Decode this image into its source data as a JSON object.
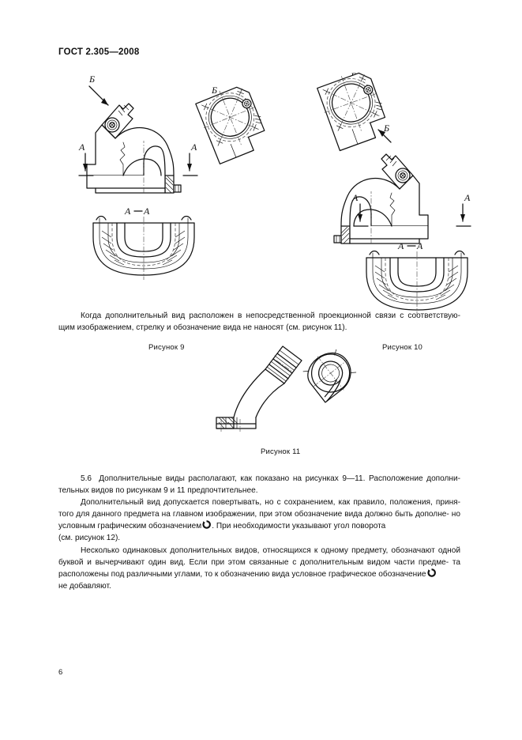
{
  "document": {
    "standard_header": "ГОСТ 2.305—2008",
    "page_number": "6"
  },
  "figures": [
    {
      "id": "figure-9",
      "caption": "Рисунок 9",
      "view_labels": [
        "Б",
        "А",
        "А",
        "А—А"
      ],
      "description": "Угольник трубный с фланцем: главный вид со стрелкой Б, дополнительный вид Б справа, разрез А—А внизу"
    },
    {
      "id": "figure-10",
      "caption": "Рисунок 10",
      "view_labels": [
        "Б",
        "Б",
        "А",
        "А",
        "А—А"
      ],
      "description": "Тот же угольник: дополнительный вид Б расположен слева вверху, главный вид справа, разрез А—А внизу"
    },
    {
      "id": "figure-11",
      "caption": "Рисунок 11",
      "view_labels": [],
      "description": "Кронштейн с наклонным резьбовым концом и дополнительный вид в непосредственной проекционной связи, без стрелки и обозначения"
    }
  ],
  "paragraphs": {
    "intro": {
      "line_1": "Когда дополнительный вид расположен в непосредственной проекционной связи с соответствую-",
      "line_2": "щим изображением, стрелку и обозначение вида не наносят (см. рисунок 11)."
    },
    "clause_5_6": {
      "number": "5.6",
      "line_1": "Дополнительные виды располагают, как показано на рисунках 9—11. Расположение дополни-",
      "line_2": "тельных видов по рисункам 9 и 11 предпочтительнее."
    },
    "rotation": {
      "line_1": "Дополнительный вид допускается повертывать, но с сохранением, как правило, положения, приня-",
      "line_2": "того для данного предмета на главном изображении, при этом обозначение вида должно быть дополне-",
      "line_3_a": "но  условным  графическим  обозначением",
      "line_3_b": ".  При  необходимости  указывают  угол  поворота",
      "line_4": "(см. рисунок 12)."
    },
    "multiple_views": {
      "line_1": "Несколько  одинаковых  дополнительных  видов,  относящихся  к  одному  предмету,  обозначают",
      "line_2": "одной буквой и вычерчивают один вид. Если при этом связанные с дополнительным видом части предме-",
      "line_3_a": "та расположены под различными углами, то к обозначению вида условное графическое обозначение",
      "line_4": "не добавляют."
    }
  },
  "symbols": {
    "rotation_symbol_name": "rotated-view-symbol"
  },
  "colors": {
    "text": "#111111",
    "page_background": "#ffffff",
    "line": "#111111",
    "centerline": "#444444"
  }
}
